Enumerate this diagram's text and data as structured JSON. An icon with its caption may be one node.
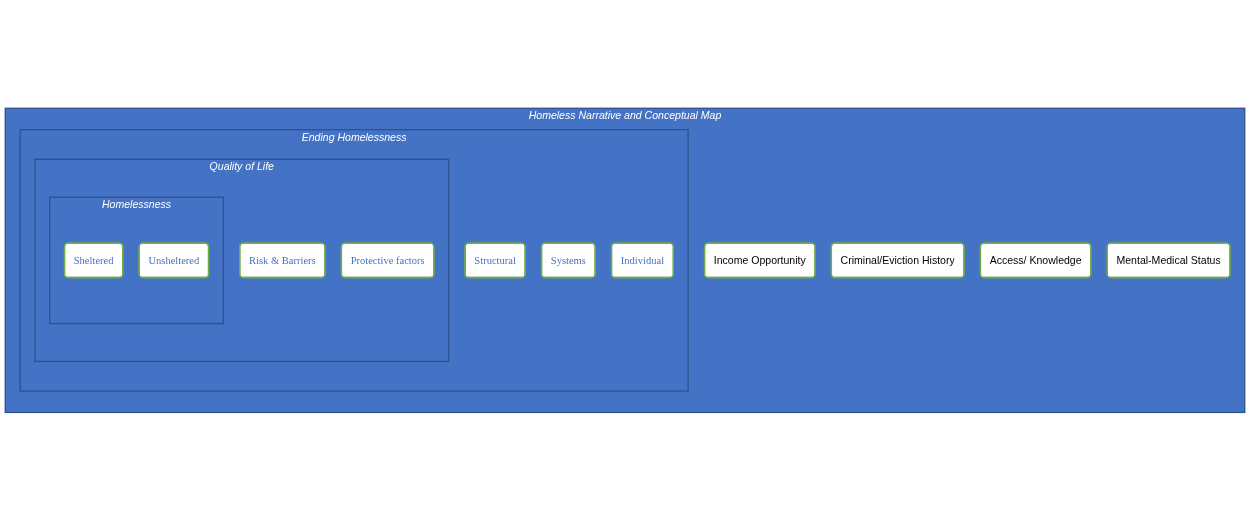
{
  "diagram": {
    "nodes": [
      {
        "text": [
          "Homeless Narrative and Conceptual Map"
        ]
      },
      {
        "text": [
          "Income Opportunity"
        ],
        "in": 0
      },
      {
        "text": [
          "Criminal/Eviction History"
        ],
        "in": 0
      },
      {
        "text": [
          "Access/ Knowledge"
        ],
        "in": 0
      },
      {
        "text": [
          "Mental-Medical Status"
        ],
        "in": 0
      },
      {
        "text": [
          "Ending Homelessness"
        ],
        "in": 0
      },
      {
        "text": [
          "Structural"
        ],
        "in": 5
      },
      {
        "text": [
          "Systems"
        ],
        "in": 5
      },
      {
        "text": [
          "Individual"
        ],
        "in": 5
      },
      {
        "text": [
          "Quality of Life"
        ],
        "in": 5
      },
      {
        "text": [
          "Risk & Barriers"
        ],
        "in": 9
      },
      {
        "text": [
          "Protective factors"
        ],
        "in": 9
      },
      {
        "text": [
          "Homelessness"
        ],
        "in": 9
      },
      {
        "text": [
          "Sheltered"
        ],
        "in": 12
      },
      {
        "text": [
          "Unsheltered"
        ],
        "in": 12
      }
    ]
  }
}
